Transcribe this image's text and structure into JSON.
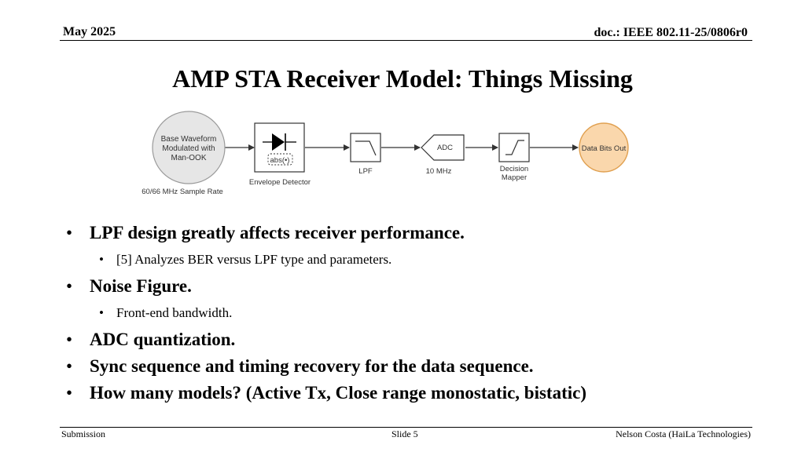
{
  "header": {
    "date": "May 2025",
    "doc": "doc.: IEEE 802.11-25/0806r0"
  },
  "title": "AMP STA Receiver Model: Things Missing",
  "diagram": {
    "source_lines": [
      "Base Waveform",
      "Modulated with",
      "Man-OOK"
    ],
    "source_caption": "60/66 MHz Sample Rate",
    "detector_inner": "abs(•)",
    "detector_caption": "Envelope Detector",
    "lpf_caption": "LPF",
    "adc_label": "ADC",
    "adc_caption": "10 MHz",
    "decision_caption_lines": [
      "Decision",
      "Mapper"
    ],
    "output_label": "Data Bits Out",
    "colors": {
      "source_fill": "#e6e6e6",
      "output_fill": "#fad7ac",
      "output_stroke": "#e0a050"
    }
  },
  "bullets": [
    {
      "level": 1,
      "text": "LPF design greatly affects receiver performance."
    },
    {
      "level": 2,
      "text": "[5] Analyzes BER versus LPF type and parameters."
    },
    {
      "level": 1,
      "text": "Noise Figure."
    },
    {
      "level": 2,
      "text": "Front-end bandwidth."
    },
    {
      "level": 1,
      "text": "ADC quantization."
    },
    {
      "level": 1,
      "text": "Sync sequence and timing recovery for the data sequence."
    },
    {
      "level": 1,
      "text": "How many models? (Active Tx, Close range monostatic, bistatic)"
    }
  ],
  "footer": {
    "left": "Submission",
    "center": "Slide 5",
    "right": "Nelson Costa (HaiLa Technologies)"
  }
}
